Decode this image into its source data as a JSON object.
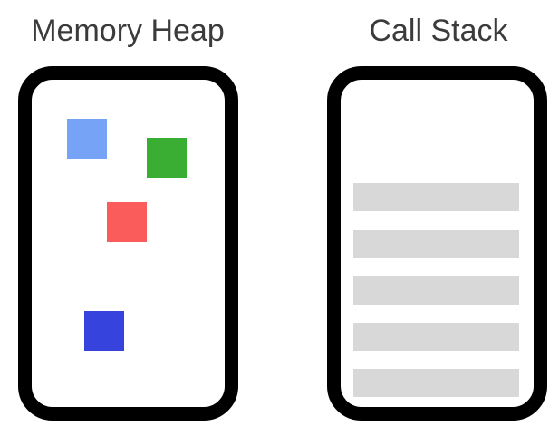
{
  "diagram": {
    "background_color": "#ffffff",
    "outline_color": "#000000",
    "title_color": "#3b3b3b"
  },
  "heap": {
    "label": "Memory Heap",
    "blocks": [
      {
        "name": "light-blue",
        "color": "#76a3f5"
      },
      {
        "name": "green",
        "color": "#3aae32"
      },
      {
        "name": "red",
        "color": "#fa5c5c"
      },
      {
        "name": "dark-blue",
        "color": "#3743dd"
      }
    ]
  },
  "stack": {
    "label": "Call Stack",
    "frame_color": "#d8d8d8",
    "frames": [
      "frame-1",
      "frame-2",
      "frame-3",
      "frame-4",
      "frame-5"
    ]
  }
}
